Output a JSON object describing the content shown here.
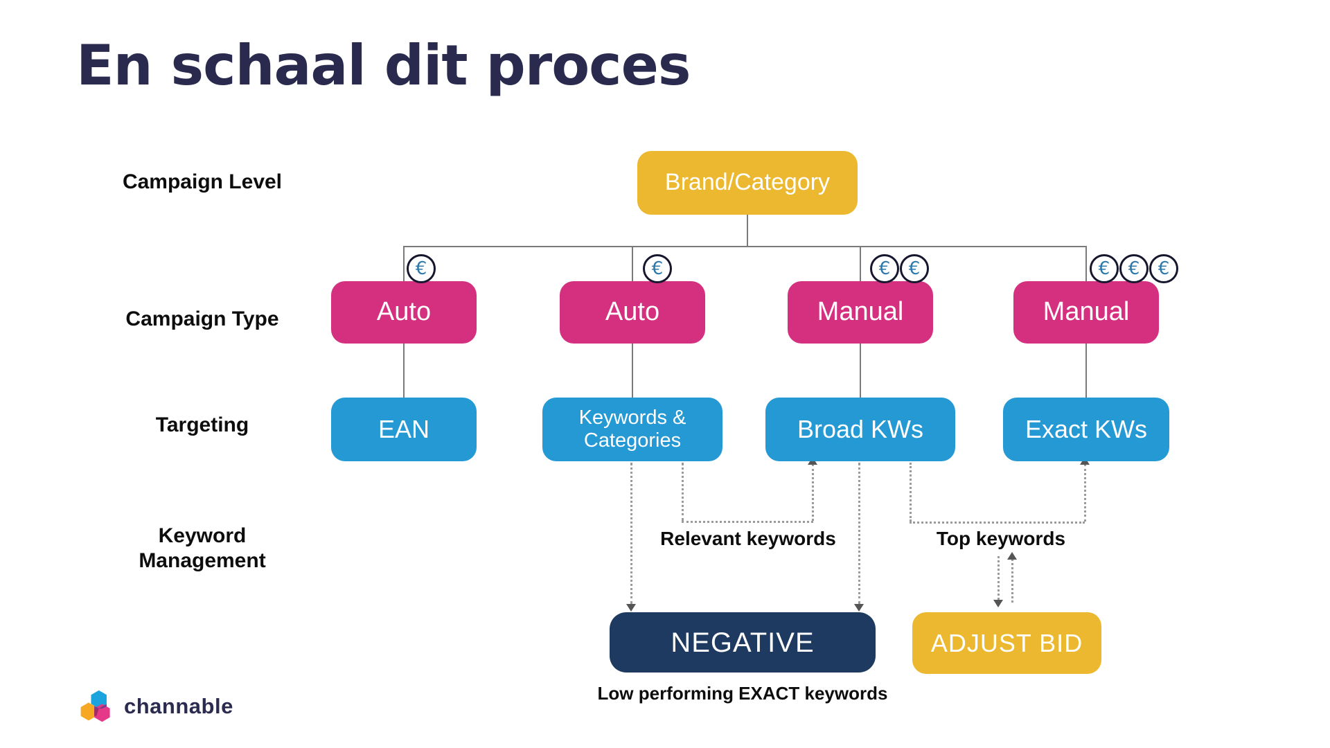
{
  "title": "En schaal dit proces",
  "row_labels": {
    "campaign_level": "Campaign Level",
    "campaign_type": "Campaign Type",
    "targeting": "Targeting",
    "keyword_management": "Keyword Management"
  },
  "diagram": {
    "root": {
      "label": "Brand/Category"
    },
    "coin_symbol": "€",
    "columns": [
      {
        "campaign_type": "Auto",
        "targeting": "EAN",
        "coins": 1
      },
      {
        "campaign_type": "Auto",
        "targeting": "Keywords & Categories",
        "coins": 1
      },
      {
        "campaign_type": "Manual",
        "targeting": "Broad KWs",
        "coins": 2
      },
      {
        "campaign_type": "Manual",
        "targeting": "Exact KWs",
        "coins": 3
      }
    ],
    "flows": {
      "relevant_keywords_label": "Relevant keywords",
      "top_keywords_label": "Top keywords",
      "negative_label": "NEGATIVE",
      "adjust_bid_label": "ADJUST BID",
      "negative_caption": "Low performing EXACT keywords"
    }
  },
  "colors": {
    "title_navy": "#2a2a4e",
    "pink": "#d5307f",
    "blue": "#2599d4",
    "yellow": "#ebb82f",
    "navy_box": "#1f3a60",
    "euro_blue": "#2b79ac",
    "line_gray": "#7a7a7a",
    "dotted_gray": "#9b9b9b"
  },
  "logo": {
    "text": "channable"
  }
}
